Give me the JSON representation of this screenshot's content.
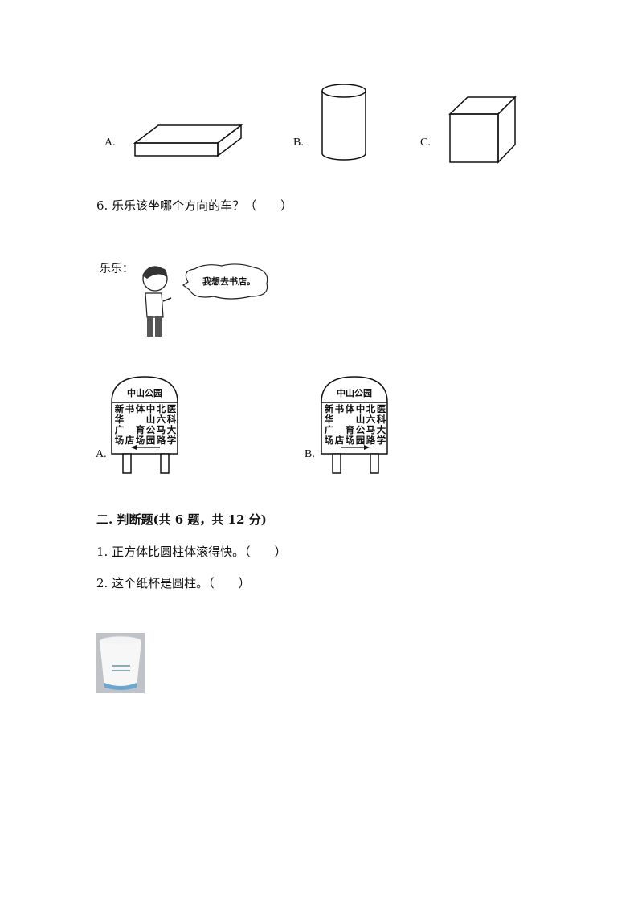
{
  "q5_options": [
    {
      "label": "A.",
      "shape": "cuboid"
    },
    {
      "label": "B.",
      "shape": "cylinder"
    },
    {
      "label": "C.",
      "shape": "cube"
    }
  ],
  "q6": {
    "text": "6. 乐乐该坐哪个方向的车？（　　）",
    "speaker": "乐乐：",
    "speech": "我想去书店。"
  },
  "signs": [
    {
      "label": "A.",
      "title": "中山公园",
      "columns": [
        "新华广场",
        "书店",
        "体育场",
        "中山公园",
        "北六马路",
        "医科大学"
      ],
      "arrow": "left"
    },
    {
      "label": "B.",
      "title": "中山公园",
      "columns": [
        "新华广场",
        "书店",
        "体育场",
        "中山公园",
        "北六马路",
        "医科大学"
      ],
      "arrow": "right"
    }
  ],
  "section2": {
    "title": "二. 判断题(共 6 题，共 12 分)",
    "q1": "1. 正方体比圆柱体滚得快。（　　）",
    "q2": "2. 这个纸杯是圆柱。（　　）"
  }
}
